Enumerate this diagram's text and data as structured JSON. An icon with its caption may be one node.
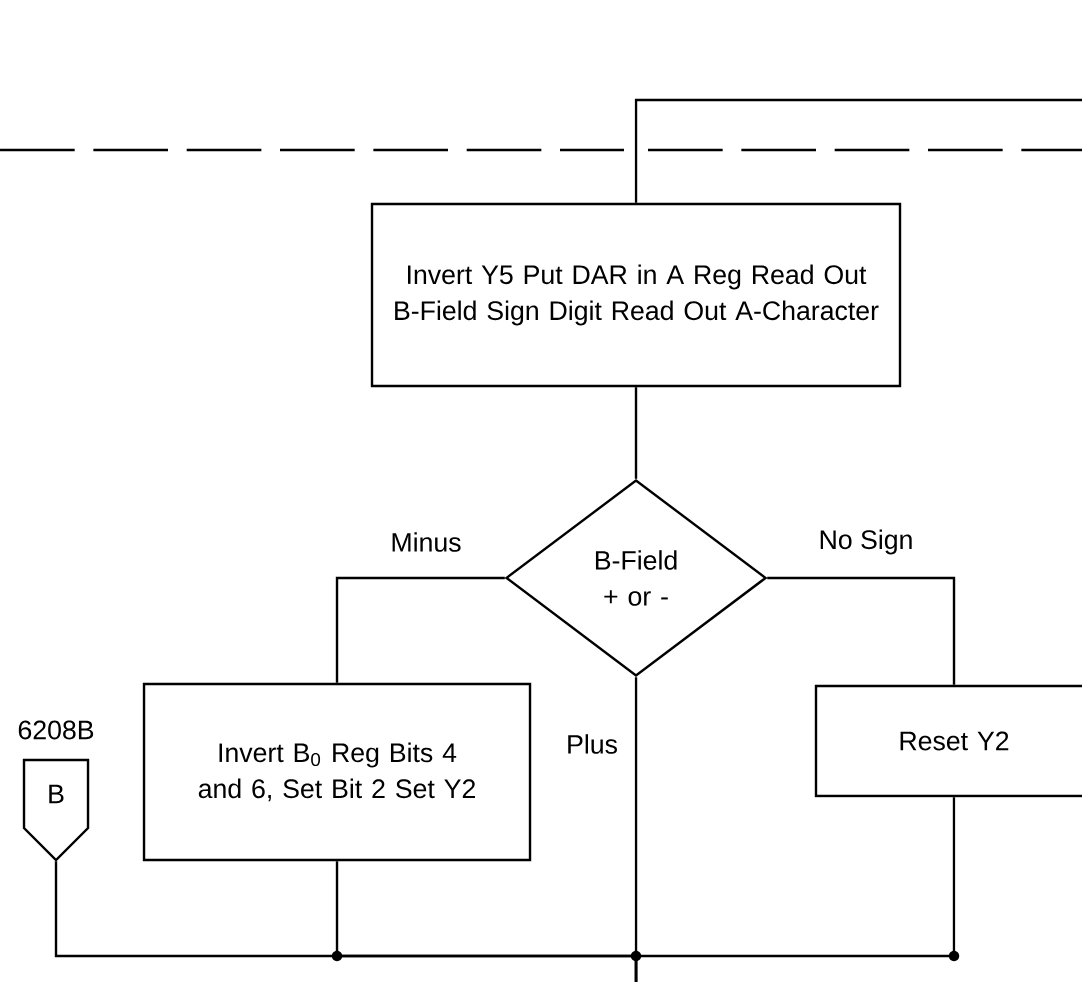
{
  "diagram": {
    "nodes": [
      {
        "text": [
          "Invert Y5 Put DAR in A Reg Read Out B-Field Sign Digit Read Out A-Character"
        ]
      },
      {
        "text": [
          "B-Field + or -"
        ]
      },
      {
        "text": [
          "Invert B$_{0}$ Reg Bits 4 and 6, Set Bit 2 Set Y2"
        ]
      },
      {
        "text": [
          "B"
        ],
        "beside": [
          "6208B"
        ]
      },
      {
        "text": [
          "Reset Y2"
        ]
      }
    ],
    "edges": [
      {
        "from": null,
        "to": 0,
        "arrow": "none"
      },
      {
        "from": 0,
        "to": 1,
        "arrow": "none"
      },
      {
        "from": 1,
        "to": 2,
        "label": "Minus",
        "arrow": "none"
      },
      {
        "from": 1,
        "to": 4,
        "label": "No Sign",
        "arrow": "none"
      },
      {
        "from": 2,
        "to": null,
        "arrow": "none"
      },
      {
        "from": 3,
        "to": null,
        "arrow": "none"
      },
      {
        "from": 1,
        "to": null,
        "label": "Plus",
        "arrow": "none"
      },
      {
        "from": 4,
        "to": null,
        "arrow": "none"
      }
    ]
  }
}
